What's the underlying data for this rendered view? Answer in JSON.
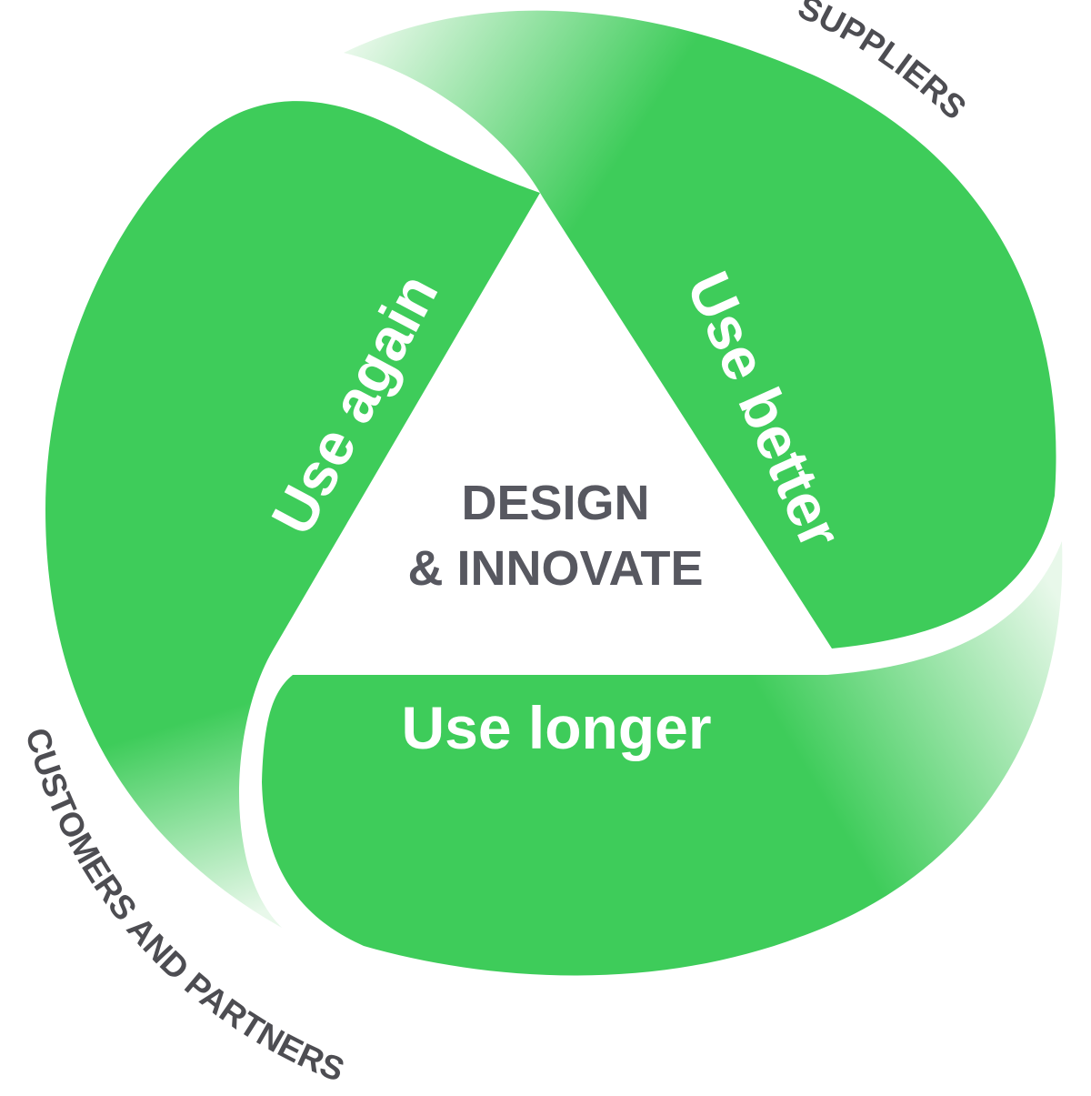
{
  "diagram": {
    "center": {
      "line1": "DESIGN",
      "line2": "& INNOVATE"
    },
    "segments": {
      "use_again": "Use again",
      "use_better": "Use better",
      "use_longer": "Use longer"
    },
    "outer_labels": {
      "suppliers": "SUPPLIERS",
      "customers_partners": "CUSTOMERS AND PARTNERS"
    }
  },
  "colors": {
    "segment_green": "#3ecc5a",
    "segment_green_faded": "#e8f8ea",
    "center_text": "#575860",
    "outer_text": "#4d4d52",
    "background": "#ffffff"
  }
}
